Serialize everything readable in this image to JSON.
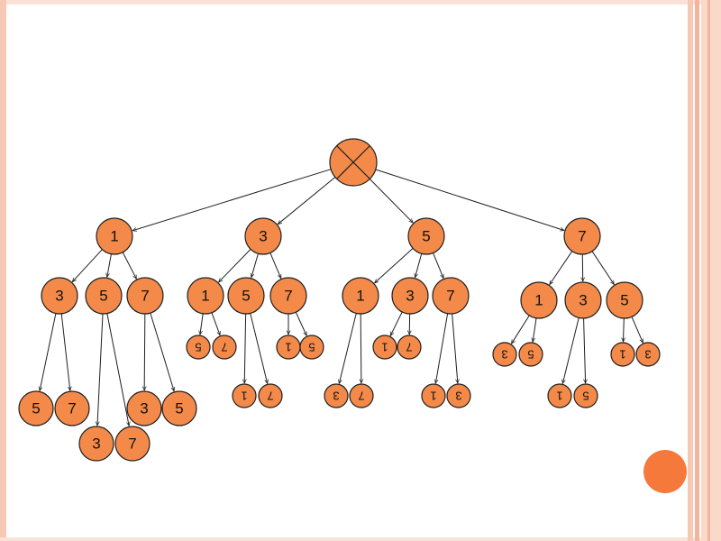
{
  "colors": {
    "node_fill": "#f48a4a",
    "accent_dot": "#f5793b",
    "frame": "#f7c9b5"
  },
  "tree": {
    "root": {
      "label": "",
      "icon": "cross-mark-icon"
    },
    "nodes": [
      {
        "id": "a1",
        "label": "1"
      },
      {
        "id": "a3",
        "label": "3"
      },
      {
        "id": "a5",
        "label": "5"
      },
      {
        "id": "a7",
        "label": "7"
      },
      {
        "id": "b13",
        "label": "3"
      },
      {
        "id": "b15",
        "label": "5"
      },
      {
        "id": "b17",
        "label": "7"
      },
      {
        "id": "c135",
        "label": "5"
      },
      {
        "id": "c137",
        "label": "7"
      },
      {
        "id": "c153",
        "label": "3"
      },
      {
        "id": "c157",
        "label": "7"
      },
      {
        "id": "c173",
        "label": "3"
      },
      {
        "id": "c175",
        "label": "5"
      },
      {
        "id": "b31",
        "label": "1"
      },
      {
        "id": "b35",
        "label": "5"
      },
      {
        "id": "b37",
        "label": "7"
      },
      {
        "id": "c315",
        "label": "5"
      },
      {
        "id": "c317",
        "label": "7"
      },
      {
        "id": "c351",
        "label": "1"
      },
      {
        "id": "c357",
        "label": "7"
      },
      {
        "id": "c371",
        "label": "1"
      },
      {
        "id": "c375",
        "label": "5"
      },
      {
        "id": "b51",
        "label": "1"
      },
      {
        "id": "b53",
        "label": "3"
      },
      {
        "id": "b57",
        "label": "7"
      },
      {
        "id": "c513",
        "label": "3"
      },
      {
        "id": "c517",
        "label": "7"
      },
      {
        "id": "c531",
        "label": "1"
      },
      {
        "id": "c537",
        "label": "7"
      },
      {
        "id": "c571",
        "label": "1"
      },
      {
        "id": "c573",
        "label": "3"
      },
      {
        "id": "b71",
        "label": "1"
      },
      {
        "id": "b73",
        "label": "3"
      },
      {
        "id": "b75",
        "label": "5"
      },
      {
        "id": "c713",
        "label": "3"
      },
      {
        "id": "c715",
        "label": "5"
      },
      {
        "id": "c731",
        "label": "1"
      },
      {
        "id": "c735",
        "label": "5"
      },
      {
        "id": "c751",
        "label": "1"
      },
      {
        "id": "c753",
        "label": "3"
      }
    ],
    "edges": [
      [
        "root",
        "a1"
      ],
      [
        "root",
        "a3"
      ],
      [
        "root",
        "a5"
      ],
      [
        "root",
        "a7"
      ],
      [
        "a1",
        "b13"
      ],
      [
        "a1",
        "b15"
      ],
      [
        "a1",
        "b17"
      ],
      [
        "b13",
        "c135"
      ],
      [
        "b13",
        "c137"
      ],
      [
        "b15",
        "c153"
      ],
      [
        "b15",
        "c157"
      ],
      [
        "b17",
        "c173"
      ],
      [
        "b17",
        "c175"
      ],
      [
        "a3",
        "b31"
      ],
      [
        "a3",
        "b35"
      ],
      [
        "a3",
        "b37"
      ],
      [
        "b31",
        "c315"
      ],
      [
        "b31",
        "c317"
      ],
      [
        "b35",
        "c351"
      ],
      [
        "b35",
        "c357"
      ],
      [
        "b37",
        "c371"
      ],
      [
        "b37",
        "c375"
      ],
      [
        "a5",
        "b51"
      ],
      [
        "a5",
        "b53"
      ],
      [
        "a5",
        "b57"
      ],
      [
        "b51",
        "c513"
      ],
      [
        "b51",
        "c517"
      ],
      [
        "b53",
        "c531"
      ],
      [
        "b53",
        "c537"
      ],
      [
        "b57",
        "c571"
      ],
      [
        "b57",
        "c573"
      ],
      [
        "a7",
        "b71"
      ],
      [
        "a7",
        "b73"
      ],
      [
        "a7",
        "b75"
      ],
      [
        "b71",
        "c713"
      ],
      [
        "b71",
        "c715"
      ],
      [
        "b73",
        "c731"
      ],
      [
        "b73",
        "c735"
      ],
      [
        "b75",
        "c751"
      ],
      [
        "b75",
        "c753"
      ]
    ]
  }
}
